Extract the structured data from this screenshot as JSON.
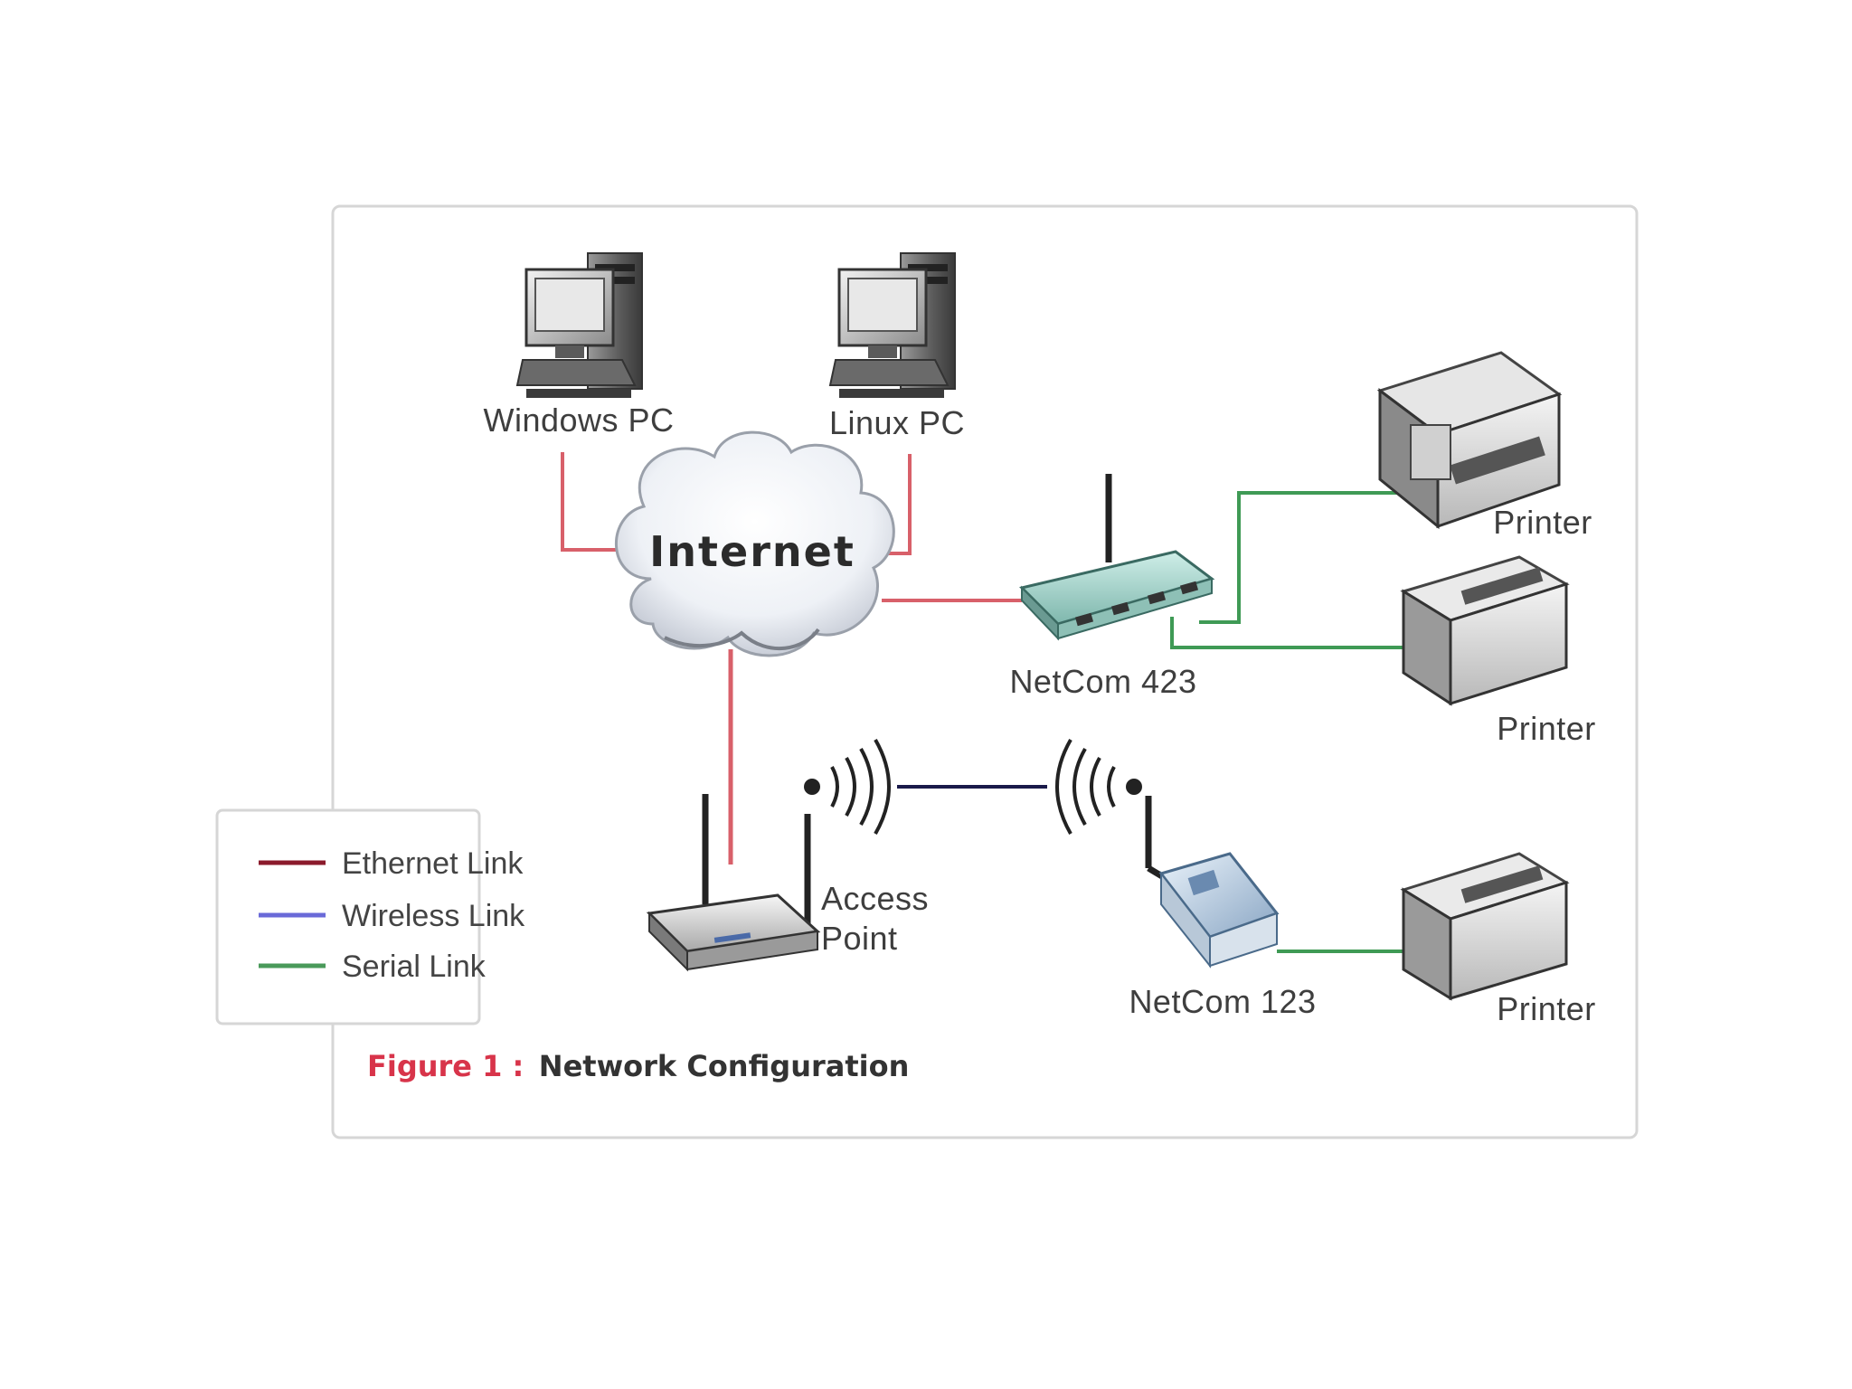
{
  "diagram": {
    "nodes": {
      "windows_pc": "Windows PC",
      "linux_pc": "Linux PC",
      "internet": "Internet",
      "netcom423": "NetCom 423",
      "netcom123": "NetCom 123",
      "access_point_line1": "Access",
      "access_point_line2": "Point",
      "printer_top": "Printer",
      "printer_mid": "Printer",
      "printer_bottom": "Printer"
    },
    "legend": {
      "items": [
        {
          "label": "Ethernet Link",
          "color": "#8b1a2b"
        },
        {
          "label": "Wireless Link",
          "color": "#6a6ad8"
        },
        {
          "label": "Serial Link",
          "color": "#4a9a5a"
        }
      ]
    },
    "caption": {
      "prefix": "Figure 1 :",
      "text": "Network Configuration"
    },
    "link_colors": {
      "ethernet": "#d8606a",
      "wireless": "#1a1a4a",
      "serial": "#3f9a55"
    },
    "icons": [
      "desktop-computer-icon",
      "cloud-icon",
      "router-icon",
      "wireless-ap-icon",
      "serial-server-icon",
      "printer-icon",
      "wifi-signal-icon"
    ]
  }
}
